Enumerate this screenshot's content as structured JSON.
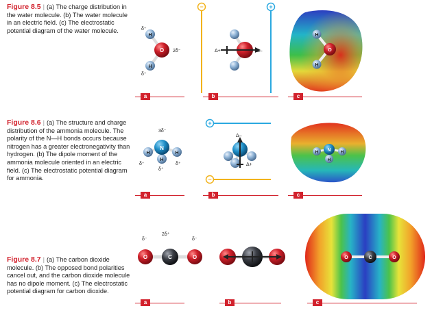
{
  "figures": [
    {
      "label": "Figure 8.5",
      "text": "(a) The charge distribution in the water molecule. (b) The water molecule in an electric field. (c) The electrostatic potential diagram of the water molecule."
    },
    {
      "label": "Figure 8.6",
      "text": "(a) The structure and charge distribution of the ammonia molecule. The polarity of the N—H bonds occurs because nitrogen has a greater electronegativity than hydrogen. (b) The dipole moment of the ammonia molecule oriented in an electric field. (c) The electrostatic potential diagram for ammonia."
    },
    {
      "label": "Figure 8.7",
      "text": "(a) The carbon dioxide molecule. (b) The opposed bond polarities cancel out, and the carbon dioxide molecule has no dipole moment. (c) The electrostatic potential diagram for carbon dioxide."
    }
  ],
  "panel_tags": [
    "a",
    "b",
    "c"
  ],
  "atoms": {
    "H": "H",
    "O": "O",
    "N": "N",
    "C": "C"
  },
  "charges": {
    "delta_plus": "δ⁺",
    "delta_minus": "δ⁻",
    "two_delta_minus": "2δ⁻",
    "two_delta_plus": "2δ⁺",
    "three_delta_minus": "3δ⁻",
    "big_delta_plus": "Δ+",
    "big_delta_minus": "Δ–"
  },
  "field_signs": {
    "minus": "−",
    "plus": "+"
  },
  "colors": {
    "accent": "#d2222d",
    "oxygen": "#d0202a",
    "hydrogen": "#8fb3d6",
    "nitrogen": "#1f8fc8",
    "carbon": "#3a3d44",
    "neg_plate": "#f2b31b",
    "pos_plate": "#2aa8e0"
  }
}
